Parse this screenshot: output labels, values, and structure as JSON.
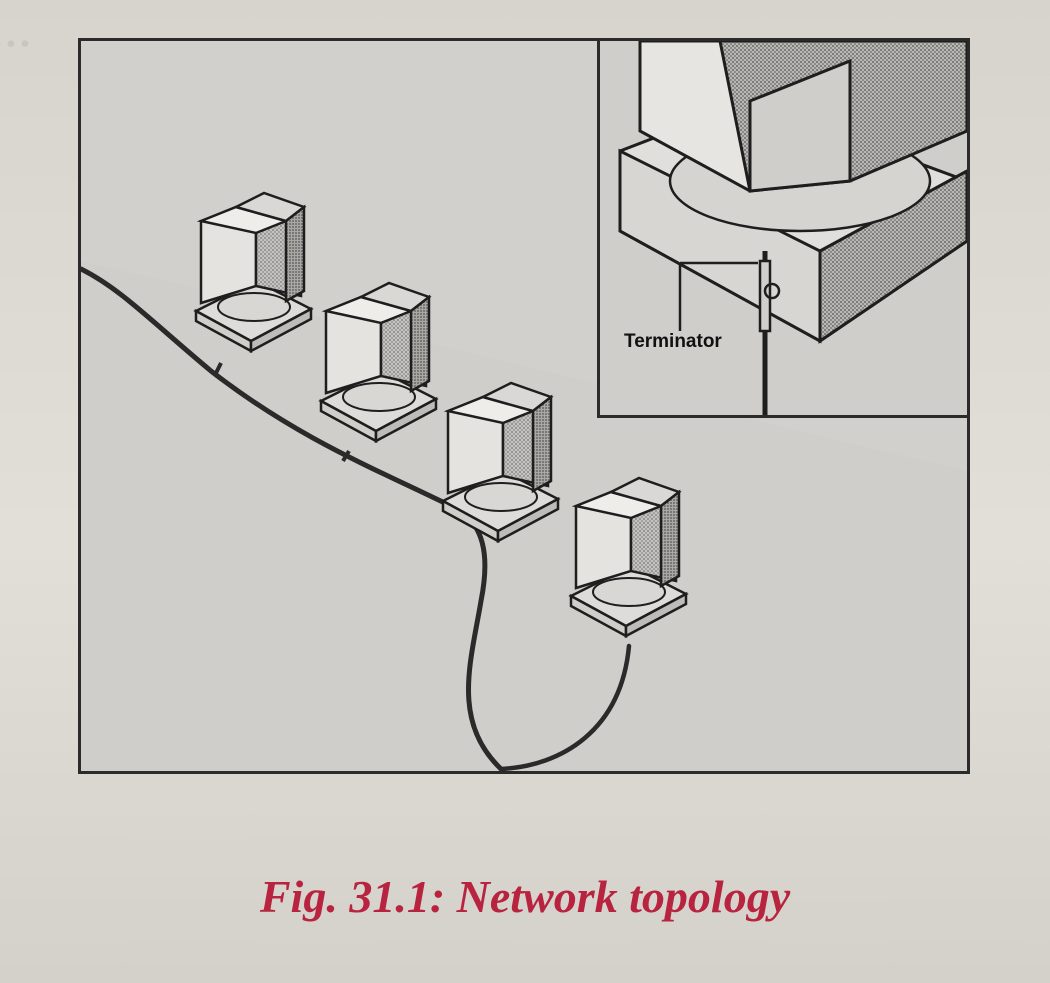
{
  "figure": {
    "inset_label": "Terminator",
    "caption": "Fig. 31.1: Network topology"
  },
  "icons": [
    "computer-icon",
    "bus-cable",
    "terminator-icon"
  ]
}
